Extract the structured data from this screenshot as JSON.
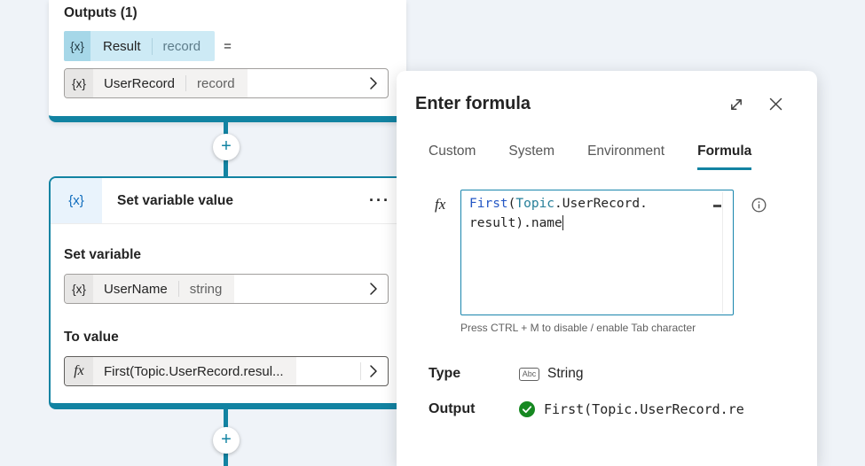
{
  "colors": {
    "accent_teal": "#1283a2",
    "node_icon_blue": "#0f6cbd",
    "formula_function_blue": "#2457c5",
    "formula_identifier_teal": "#267f99",
    "success_green": "#168821",
    "canvas_background": "#eff3f8"
  },
  "canvas": {
    "outputs_card": {
      "title": "Outputs (1)",
      "result_token": {
        "icon": "{x}",
        "name": "Result",
        "type": "record"
      },
      "equals_sign": "=",
      "value_input": {
        "icon": "{x}",
        "name": "UserRecord",
        "type": "record"
      }
    },
    "add_node_plus": "+",
    "node": {
      "icon": "{x}",
      "title": "Set variable value",
      "menu_dots": "···",
      "set_variable_label": "Set variable",
      "variable_input": {
        "icon": "{x}",
        "name": "UserName",
        "type": "string"
      },
      "to_value_label": "To value",
      "value_input": {
        "icon": "fx",
        "value": "First(Topic.UserRecord.resul..."
      }
    }
  },
  "panel": {
    "title": "Enter formula",
    "tabs": [
      {
        "label": "Custom"
      },
      {
        "label": "System"
      },
      {
        "label": "Environment"
      },
      {
        "label": "Formula",
        "active": true
      }
    ],
    "fx_label": "fx",
    "editor": {
      "line1": {
        "function": "First",
        "paren": "(",
        "topic": "Topic",
        "rest": ".UserRecord."
      },
      "line2": {
        "text": "result).name"
      }
    },
    "hint": "Press CTRL + M to disable / enable Tab character",
    "type_row": {
      "label": "Type",
      "icon": "Abc",
      "value": "String"
    },
    "output_row": {
      "label": "Output",
      "value": "First(Topic.UserRecord.re"
    }
  }
}
